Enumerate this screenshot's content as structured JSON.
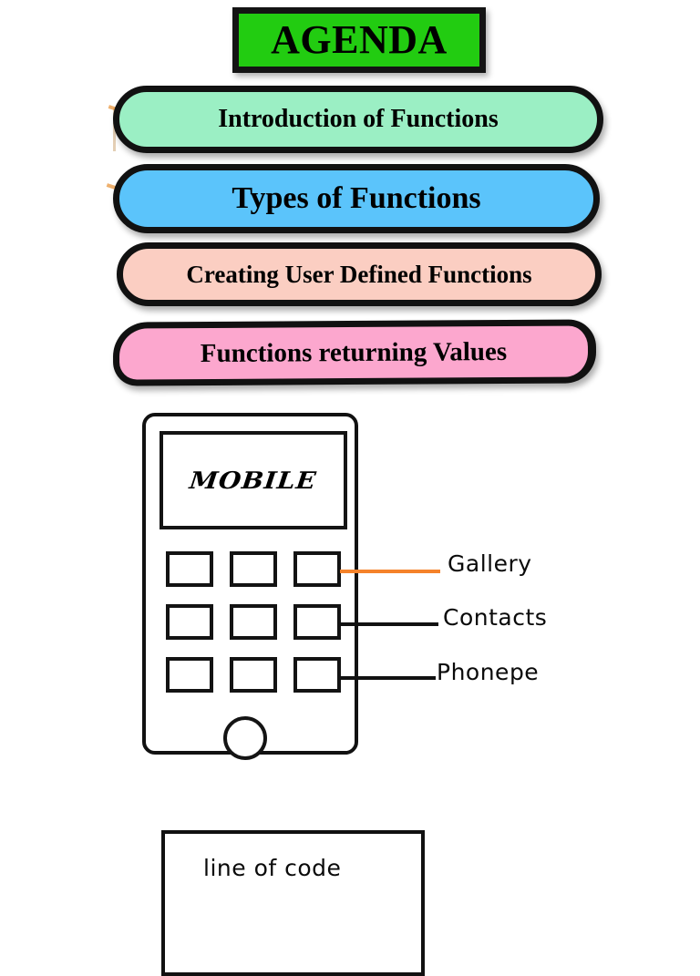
{
  "slide": {
    "title": "AGENDA",
    "background_color": "#ffffff"
  },
  "header": {
    "label": "AGENDA",
    "fill_color": "#22cc11",
    "border_color": "#141414"
  },
  "agenda_items": [
    {
      "label": "Introduction of Functions",
      "fill_color": "#9befc4"
    },
    {
      "label": "Types of Functions",
      "fill_color": "#5bc4fb"
    },
    {
      "label": "Creating User Defined Functions",
      "fill_color": "#fbcec2"
    },
    {
      "label": "Functions returning Values",
      "fill_color": "#fca7ce"
    }
  ],
  "phone_diagram": {
    "screen_label": "MOBILE",
    "keys_count": 9,
    "home_button": "home-button",
    "callouts": [
      {
        "label": "Gallery",
        "line_color": "#f5822a"
      },
      {
        "label": "Contacts",
        "line_color": "#111111"
      },
      {
        "label": "Phonepe",
        "line_color": "#111111"
      }
    ]
  },
  "code_box": {
    "label": "line of code",
    "border_color": "#111111"
  }
}
